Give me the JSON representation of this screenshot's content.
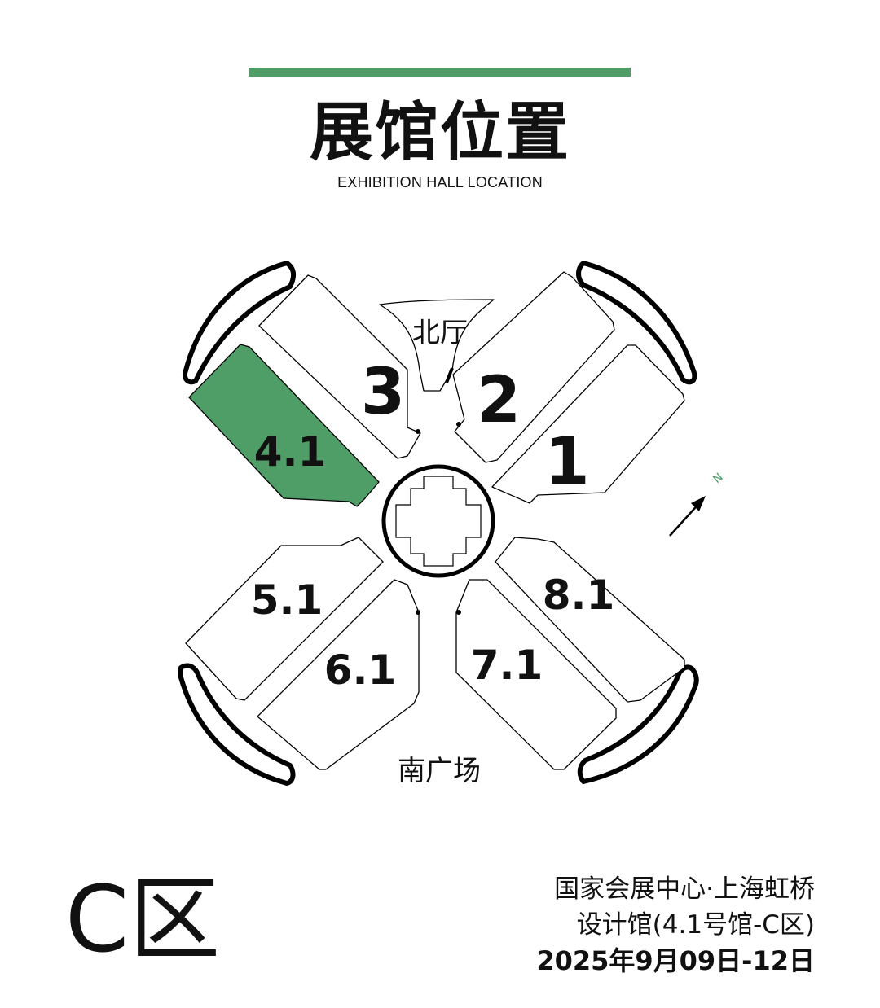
{
  "header": {
    "title": "展馆位置",
    "subtitle": "EXHIBITION HALL LOCATION",
    "accent_color": "#4f9e67"
  },
  "map": {
    "highlight_color": "#4f9e67",
    "north_label": "N",
    "north_hall": "北厅",
    "south_plaza": "南广场",
    "halls": [
      "3",
      "2",
      "4.1",
      "1",
      "5.1",
      "8.1",
      "6.1",
      "7.1"
    ],
    "highlighted_hall": "4.1"
  },
  "footer": {
    "zone": "C区",
    "venue_line1": "国家会展中心·上海虹桥",
    "venue_line2": "设计馆(4.1号馆-C区)",
    "dates": "2025年9月09日-12日"
  }
}
